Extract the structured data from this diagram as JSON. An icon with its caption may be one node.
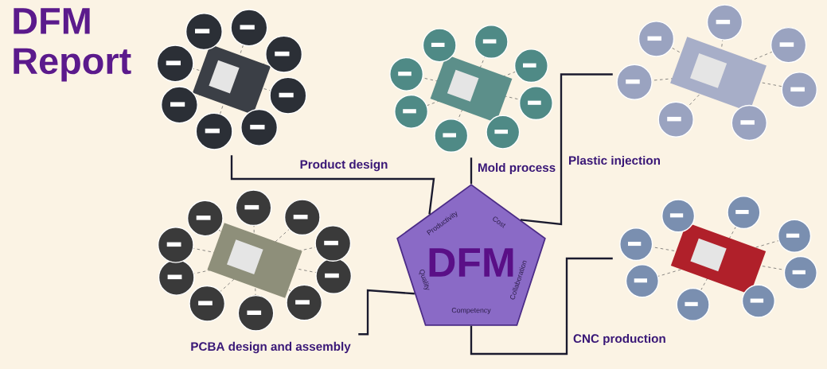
{
  "diagram": {
    "title": "DFM Report",
    "nodes": [
      {
        "text": [
          "DFM",
          "Productivity",
          "Cost",
          "Collaboration",
          "Competency",
          "Quality"
        ]
      },
      {
        "text": [],
        "shape": "picture"
      },
      {
        "text": [],
        "shape": "picture"
      },
      {
        "text": [],
        "shape": "picture"
      },
      {
        "text": [],
        "shape": "picture"
      },
      {
        "text": [],
        "shape": "picture"
      }
    ],
    "edges": [
      {
        "from": 1,
        "to": 0,
        "arrow": "none",
        "label": "Product design"
      },
      {
        "from": 2,
        "to": 0,
        "arrow": "none",
        "label": "Mold process"
      },
      {
        "from": 0,
        "to": 3,
        "arrow": "none",
        "label": "Plastic injection"
      },
      {
        "from": 0,
        "to": 4,
        "arrow": "none",
        "label": "PCBA design and assembly"
      },
      {
        "from": 0,
        "to": 5,
        "arrow": "none",
        "label": "CNC production"
      }
    ]
  }
}
